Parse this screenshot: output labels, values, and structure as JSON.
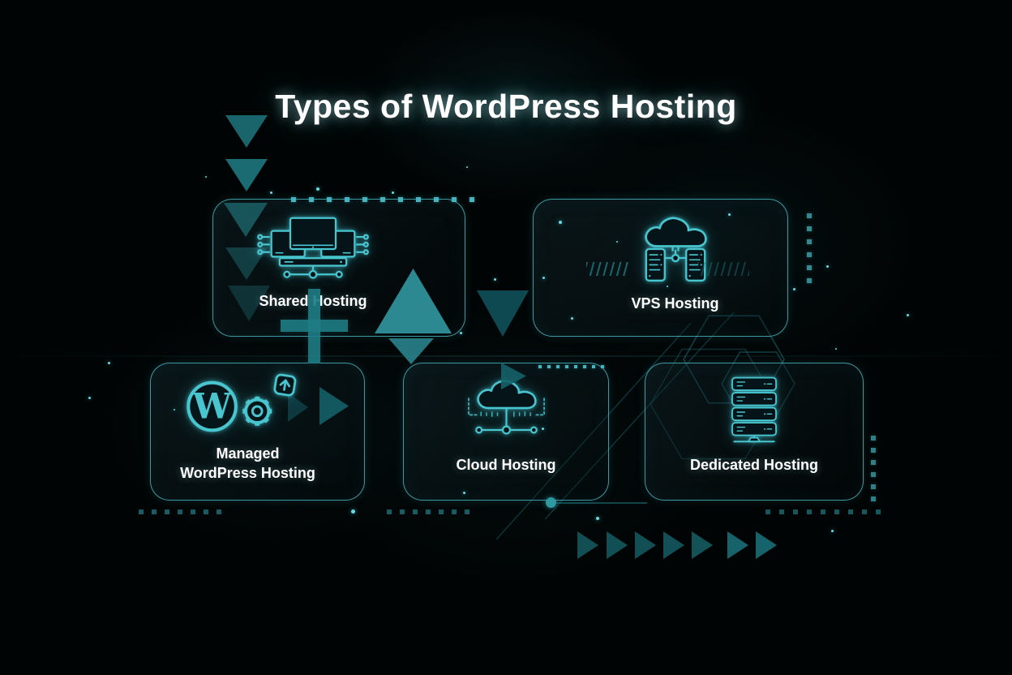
{
  "title": "Types of WordPress Hosting",
  "colors": {
    "background": "#010404",
    "accent": "#49c5cf",
    "card_border": "#49b2bc",
    "triangle_teal": "#2e9099",
    "triangle_dark": "#0f4d55",
    "label_text": "#ffffff"
  },
  "cards": [
    {
      "id": "shared-hosting",
      "label": "Shared Hosting",
      "icon": "network-monitors-icon"
    },
    {
      "id": "vps-hosting",
      "label": "VPS Hosting",
      "icon": "cloud-servers-icon"
    },
    {
      "id": "managed-wordpress-hosting",
      "label": "Managed WordPress Hosting",
      "label_lines": [
        "Managed",
        "WordPress Hosting"
      ],
      "icon": "wordpress-gear-icon"
    },
    {
      "id": "cloud-hosting",
      "label": "Cloud Hosting",
      "icon": "cloud-network-icon"
    },
    {
      "id": "dedicated-hosting",
      "label": "Dedicated Hosting",
      "icon": "server-rack-icon"
    }
  ],
  "decorations": {
    "motifs": [
      "down-triangle-cascade",
      "plus-sign",
      "large-up-triangle",
      "down-triangle",
      "right-arrow-row",
      "hexagon-cluster",
      "dashed-square-rows",
      "hatch-marks",
      "star-dots"
    ]
  }
}
